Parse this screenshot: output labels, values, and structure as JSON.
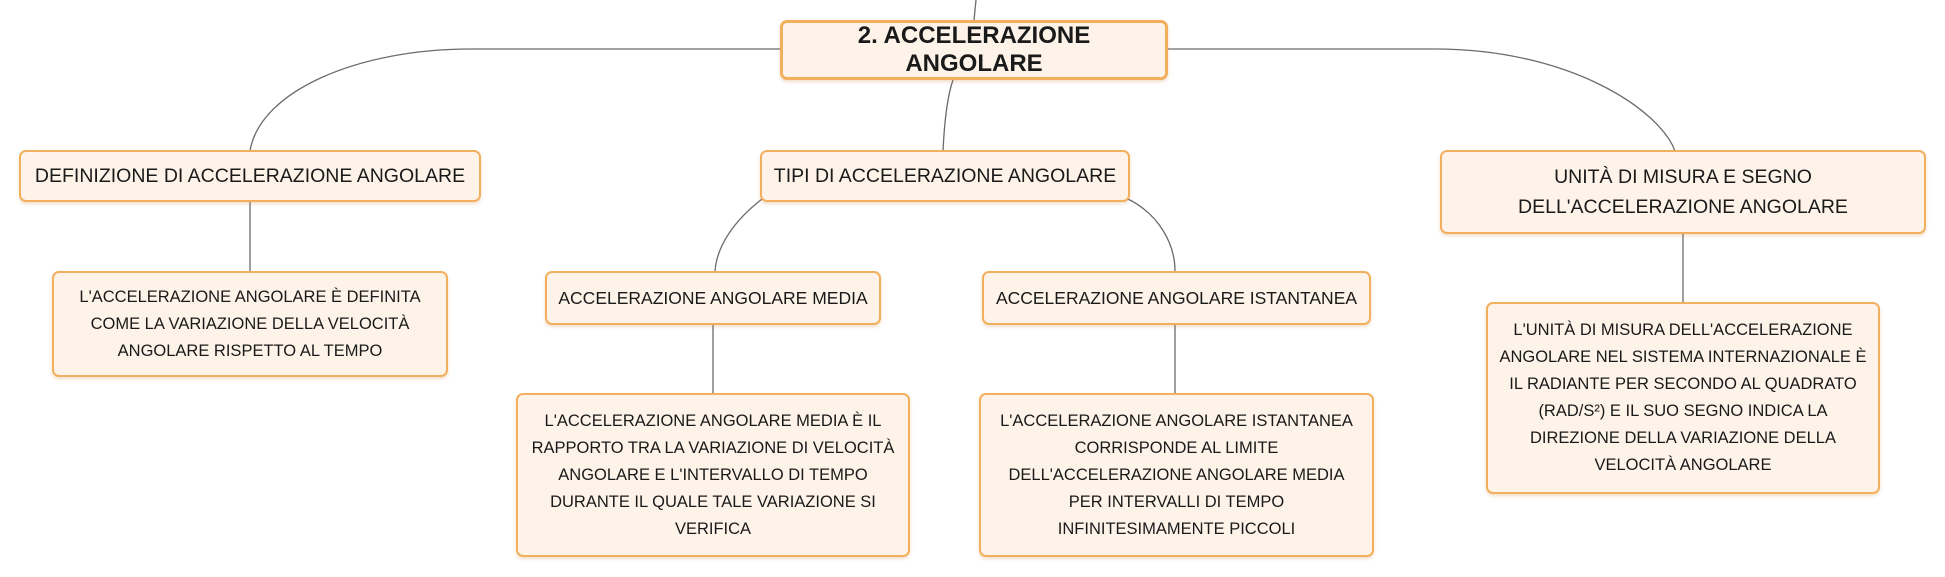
{
  "root": {
    "label": "2. ACCELERAZIONE ANGOLARE"
  },
  "branches": {
    "definition": {
      "label": "DEFINIZIONE DI ACCELERAZIONE ANGOLARE",
      "detail": "L'ACCELERAZIONE ANGOLARE È DEFINITA COME LA VARIAZIONE DELLA VELOCITÀ ANGOLARE RISPETTO AL TEMPO"
    },
    "types": {
      "label": "TIPI DI ACCELERAZIONE ANGOLARE",
      "average": {
        "label": "ACCELERAZIONE ANGOLARE MEDIA",
        "detail": "L'ACCELERAZIONE ANGOLARE MEDIA È IL RAPPORTO TRA LA VARIAZIONE DI VELOCITÀ ANGOLARE E L'INTERVALLO DI TEMPO DURANTE IL QUALE TALE VARIAZIONE SI VERIFICA"
      },
      "instantaneous": {
        "label": "ACCELERAZIONE ANGOLARE ISTANTANEA",
        "detail": "L'ACCELERAZIONE ANGOLARE ISTANTANEA CORRISPONDE AL LIMITE DELL'ACCELERAZIONE ANGOLARE MEDIA PER INTERVALLI DI TEMPO INFINITESIMAMENTE PICCOLI"
      }
    },
    "units": {
      "label": "UNITÀ DI MISURA E SEGNO DELL'ACCELERAZIONE ANGOLARE",
      "detail": "L'UNITÀ DI MISURA DELL'ACCELERAZIONE ANGOLARE NEL SISTEMA INTERNAZIONALE È IL RADIANTE PER SECONDO AL QUADRATO (RAD/S²) E IL SUO SEGNO INDICA LA DIREZIONE DELLA VARIAZIONE DELLA VELOCITÀ ANGOLARE"
    }
  },
  "colors": {
    "node_fill": "#fdf3e8",
    "node_border": "#f2b05e",
    "connector": "#6b6b6b"
  }
}
